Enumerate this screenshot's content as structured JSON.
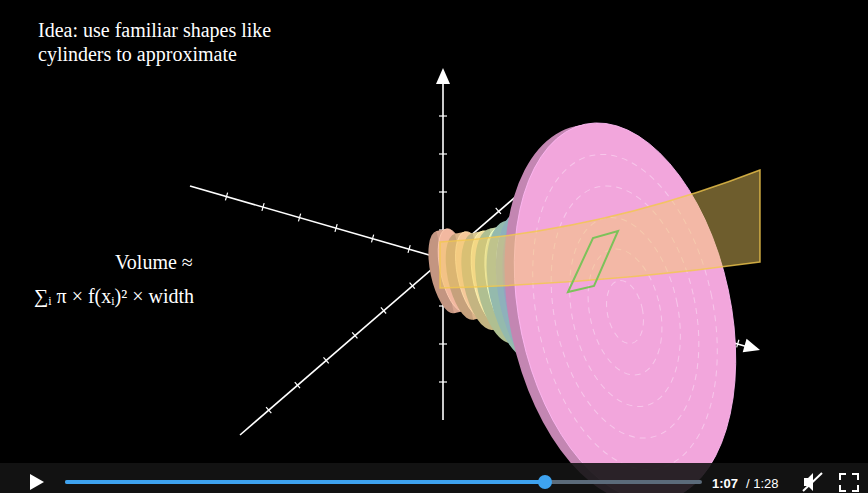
{
  "diagram": {
    "labels": [
      "Idea: use familiar shapes like cylinders to approximate",
      "Volume ≈",
      "∑ᵢ π × f(xᵢ)² × width",
      "1:07",
      "/ 1:28"
    ]
  }
}
